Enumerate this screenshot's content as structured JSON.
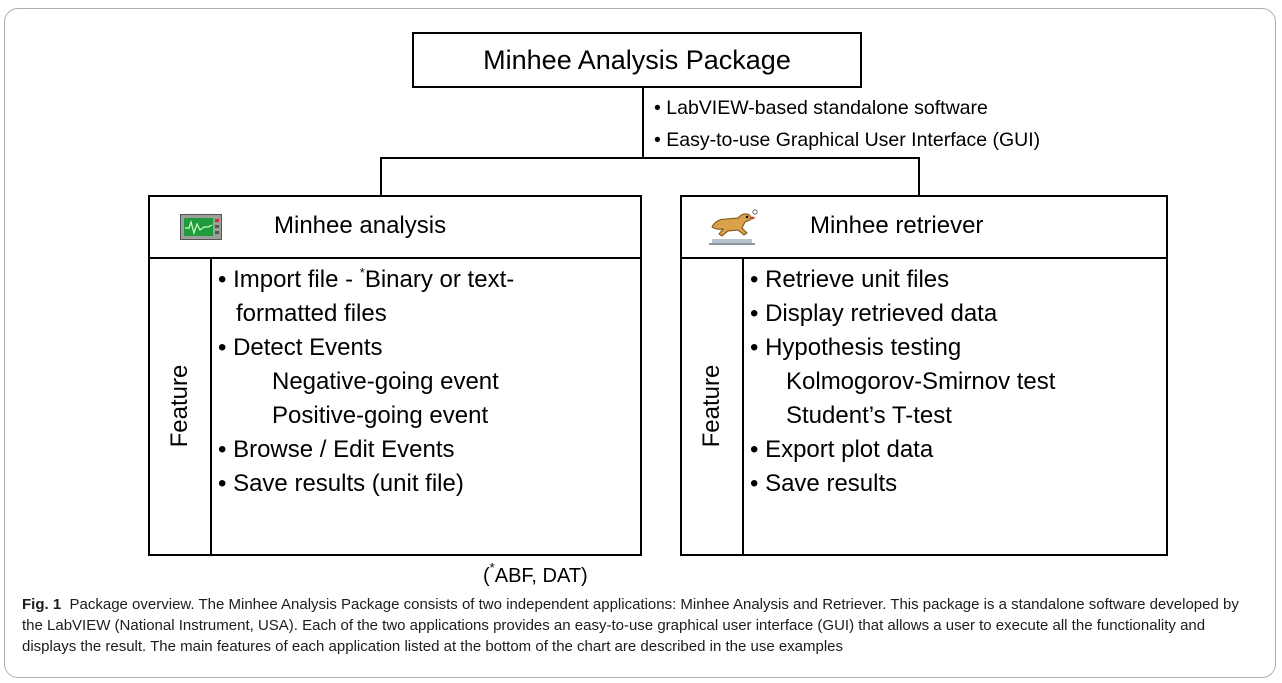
{
  "top_box": {
    "title": "Minhee Analysis Package"
  },
  "top_bullets": [
    "LabVIEW-based standalone software",
    "Easy-to-use Graphical User Interface (GUI)"
  ],
  "bullet_char": "•",
  "panels": {
    "analysis": {
      "title": "Minhee analysis",
      "icon": "oscilloscope-icon",
      "feature_label": "Feature",
      "items": {
        "import_main": "Import file - ",
        "import_star": "*",
        "import_rest": "Binary or text-",
        "import_cont": "formatted files",
        "detect": "Detect Events",
        "negative": "Negative-going event",
        "positive": "Positive-going event",
        "browse": "Browse / Edit Events",
        "save": "Save results (unit file)"
      }
    },
    "retriever": {
      "title": "Minhee retriever",
      "icon": "retriever-dog-icon",
      "feature_label": "Feature",
      "items": {
        "retrieve": "Retrieve unit files",
        "display": "Display retrieved data",
        "hypothesis": "Hypothesis testing",
        "ks": "Kolmogorov-Smirnov test",
        "ttest": "Student’s T-test",
        "export": "Export plot data",
        "save": "Save results"
      }
    }
  },
  "footnote": {
    "open": "(",
    "star": "*",
    "text": "ABF, DAT)"
  },
  "caption": {
    "label": "Fig. 1",
    "text": "Package overview. The Minhee Analysis Package consists of two independent applications: Minhee Analysis and Retriever. This package is a standalone software developed by the LabVIEW (National Instrument, USA). Each of the two applications provides an easy-to-use graphical user interface (GUI) that allows a user to execute all the functionality and displays the result. The main features of each application listed at the bottom of the chart are described in the use examples"
  }
}
